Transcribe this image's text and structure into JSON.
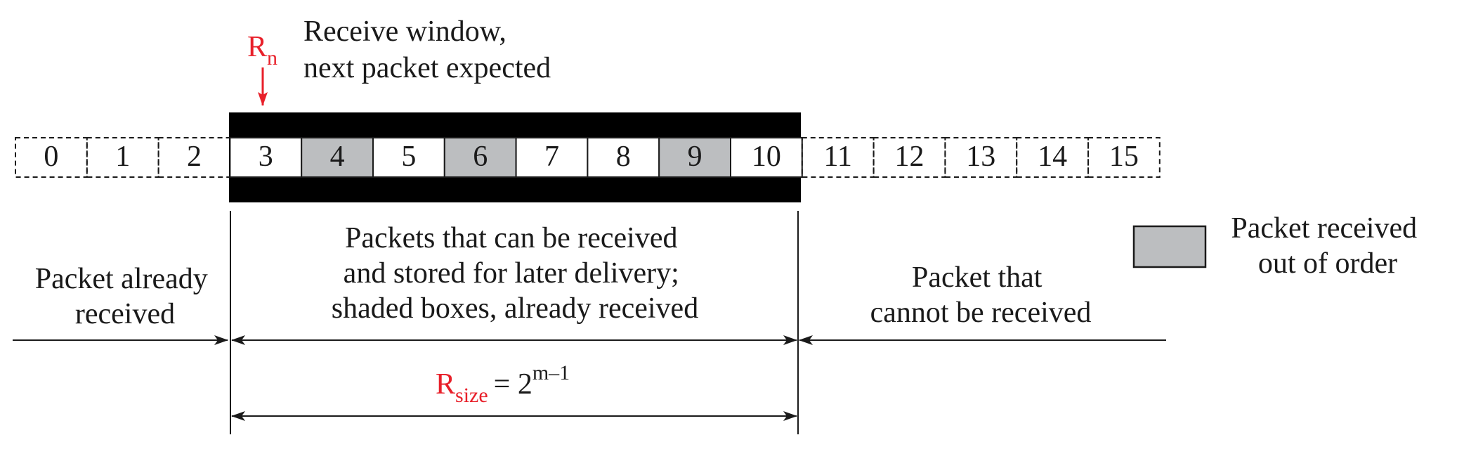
{
  "rn": {
    "main": "R",
    "sub": "n"
  },
  "receive_window_label": [
    "Receive window,",
    "next packet expected"
  ],
  "packets": [
    {
      "num": "0",
      "state": "already-received"
    },
    {
      "num": "1",
      "state": "already-received"
    },
    {
      "num": "2",
      "state": "already-received"
    },
    {
      "num": "3",
      "state": "window-empty"
    },
    {
      "num": "4",
      "state": "window-received"
    },
    {
      "num": "5",
      "state": "window-empty"
    },
    {
      "num": "6",
      "state": "window-received"
    },
    {
      "num": "7",
      "state": "window-empty"
    },
    {
      "num": "8",
      "state": "window-empty"
    },
    {
      "num": "9",
      "state": "window-received"
    },
    {
      "num": "10",
      "state": "window-empty"
    },
    {
      "num": "11",
      "state": "cannot-receive"
    },
    {
      "num": "12",
      "state": "cannot-receive"
    },
    {
      "num": "13",
      "state": "cannot-receive"
    },
    {
      "num": "14",
      "state": "cannot-receive"
    },
    {
      "num": "15",
      "state": "cannot-receive"
    }
  ],
  "already_received_label": [
    "Packet already",
    "received"
  ],
  "window_label": [
    "Packets that can be received",
    "and stored for later delivery;",
    "shaded boxes, already received"
  ],
  "cannot_receive_label": [
    "Packet that",
    "cannot be received"
  ],
  "legend": {
    "label": [
      "Packet received",
      "out of order"
    ]
  },
  "rsize": {
    "main": "R",
    "sub": "size",
    "equals": "= 2",
    "exp": "m–1"
  },
  "colors": {
    "accent": "#e8202a",
    "shaded": "#bcbec0",
    "window_bar": "#000000",
    "text": "#1a1a1a"
  }
}
